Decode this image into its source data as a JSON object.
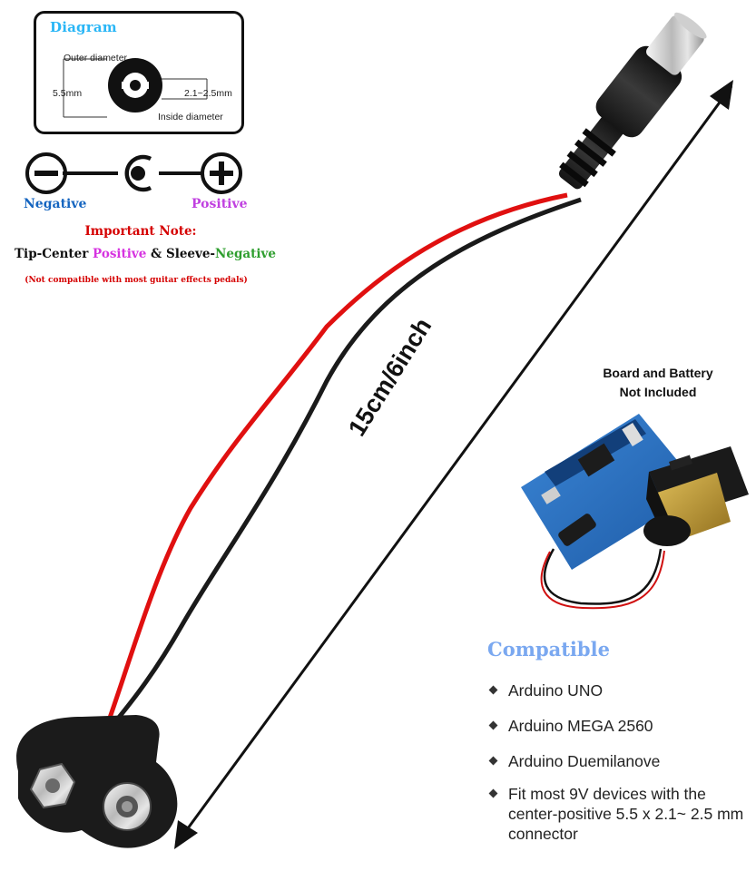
{
  "diagram": {
    "title": "Diagram",
    "outer_diameter_label": "Outer diameter",
    "outer_value": "5.5mm",
    "inner_value": "2.1~2.5mm",
    "inside_diameter_label": "Inside diameter"
  },
  "polarity": {
    "negative_label": "Negative",
    "positive_label": "Positive",
    "negative_icon": "minus-circle-icon",
    "center_icon": "center-pin-icon",
    "positive_icon": "plus-circle-icon"
  },
  "note": {
    "title": "Important Note:",
    "line_part1": "Tip-Center ",
    "line_positive": "Positive",
    "line_part2": " & Sleeve-",
    "line_negative": "Negative",
    "small": "(Not compatible with most guitar effects pedals)"
  },
  "measurement": "15cm/6inch",
  "board_note": {
    "line1": "Board and Battery",
    "line2": "Not Included"
  },
  "compatible": {
    "title": "Compatible",
    "items": [
      "Arduino UNO",
      "Arduino MEGA 2560",
      "Arduino Duemilanove",
      "Fit most 9V devices with the center-positive 5.5 x 2.1~ 2.5 mm connector"
    ]
  },
  "colors": {
    "wire_red": "#e01010",
    "wire_black": "#1a1a1a",
    "board_blue": "#2a6fbf",
    "battery_gold": "#c9a23a",
    "negative_text": "#1565c0",
    "positive_text": "#c040e0",
    "note_red": "#d50000"
  }
}
